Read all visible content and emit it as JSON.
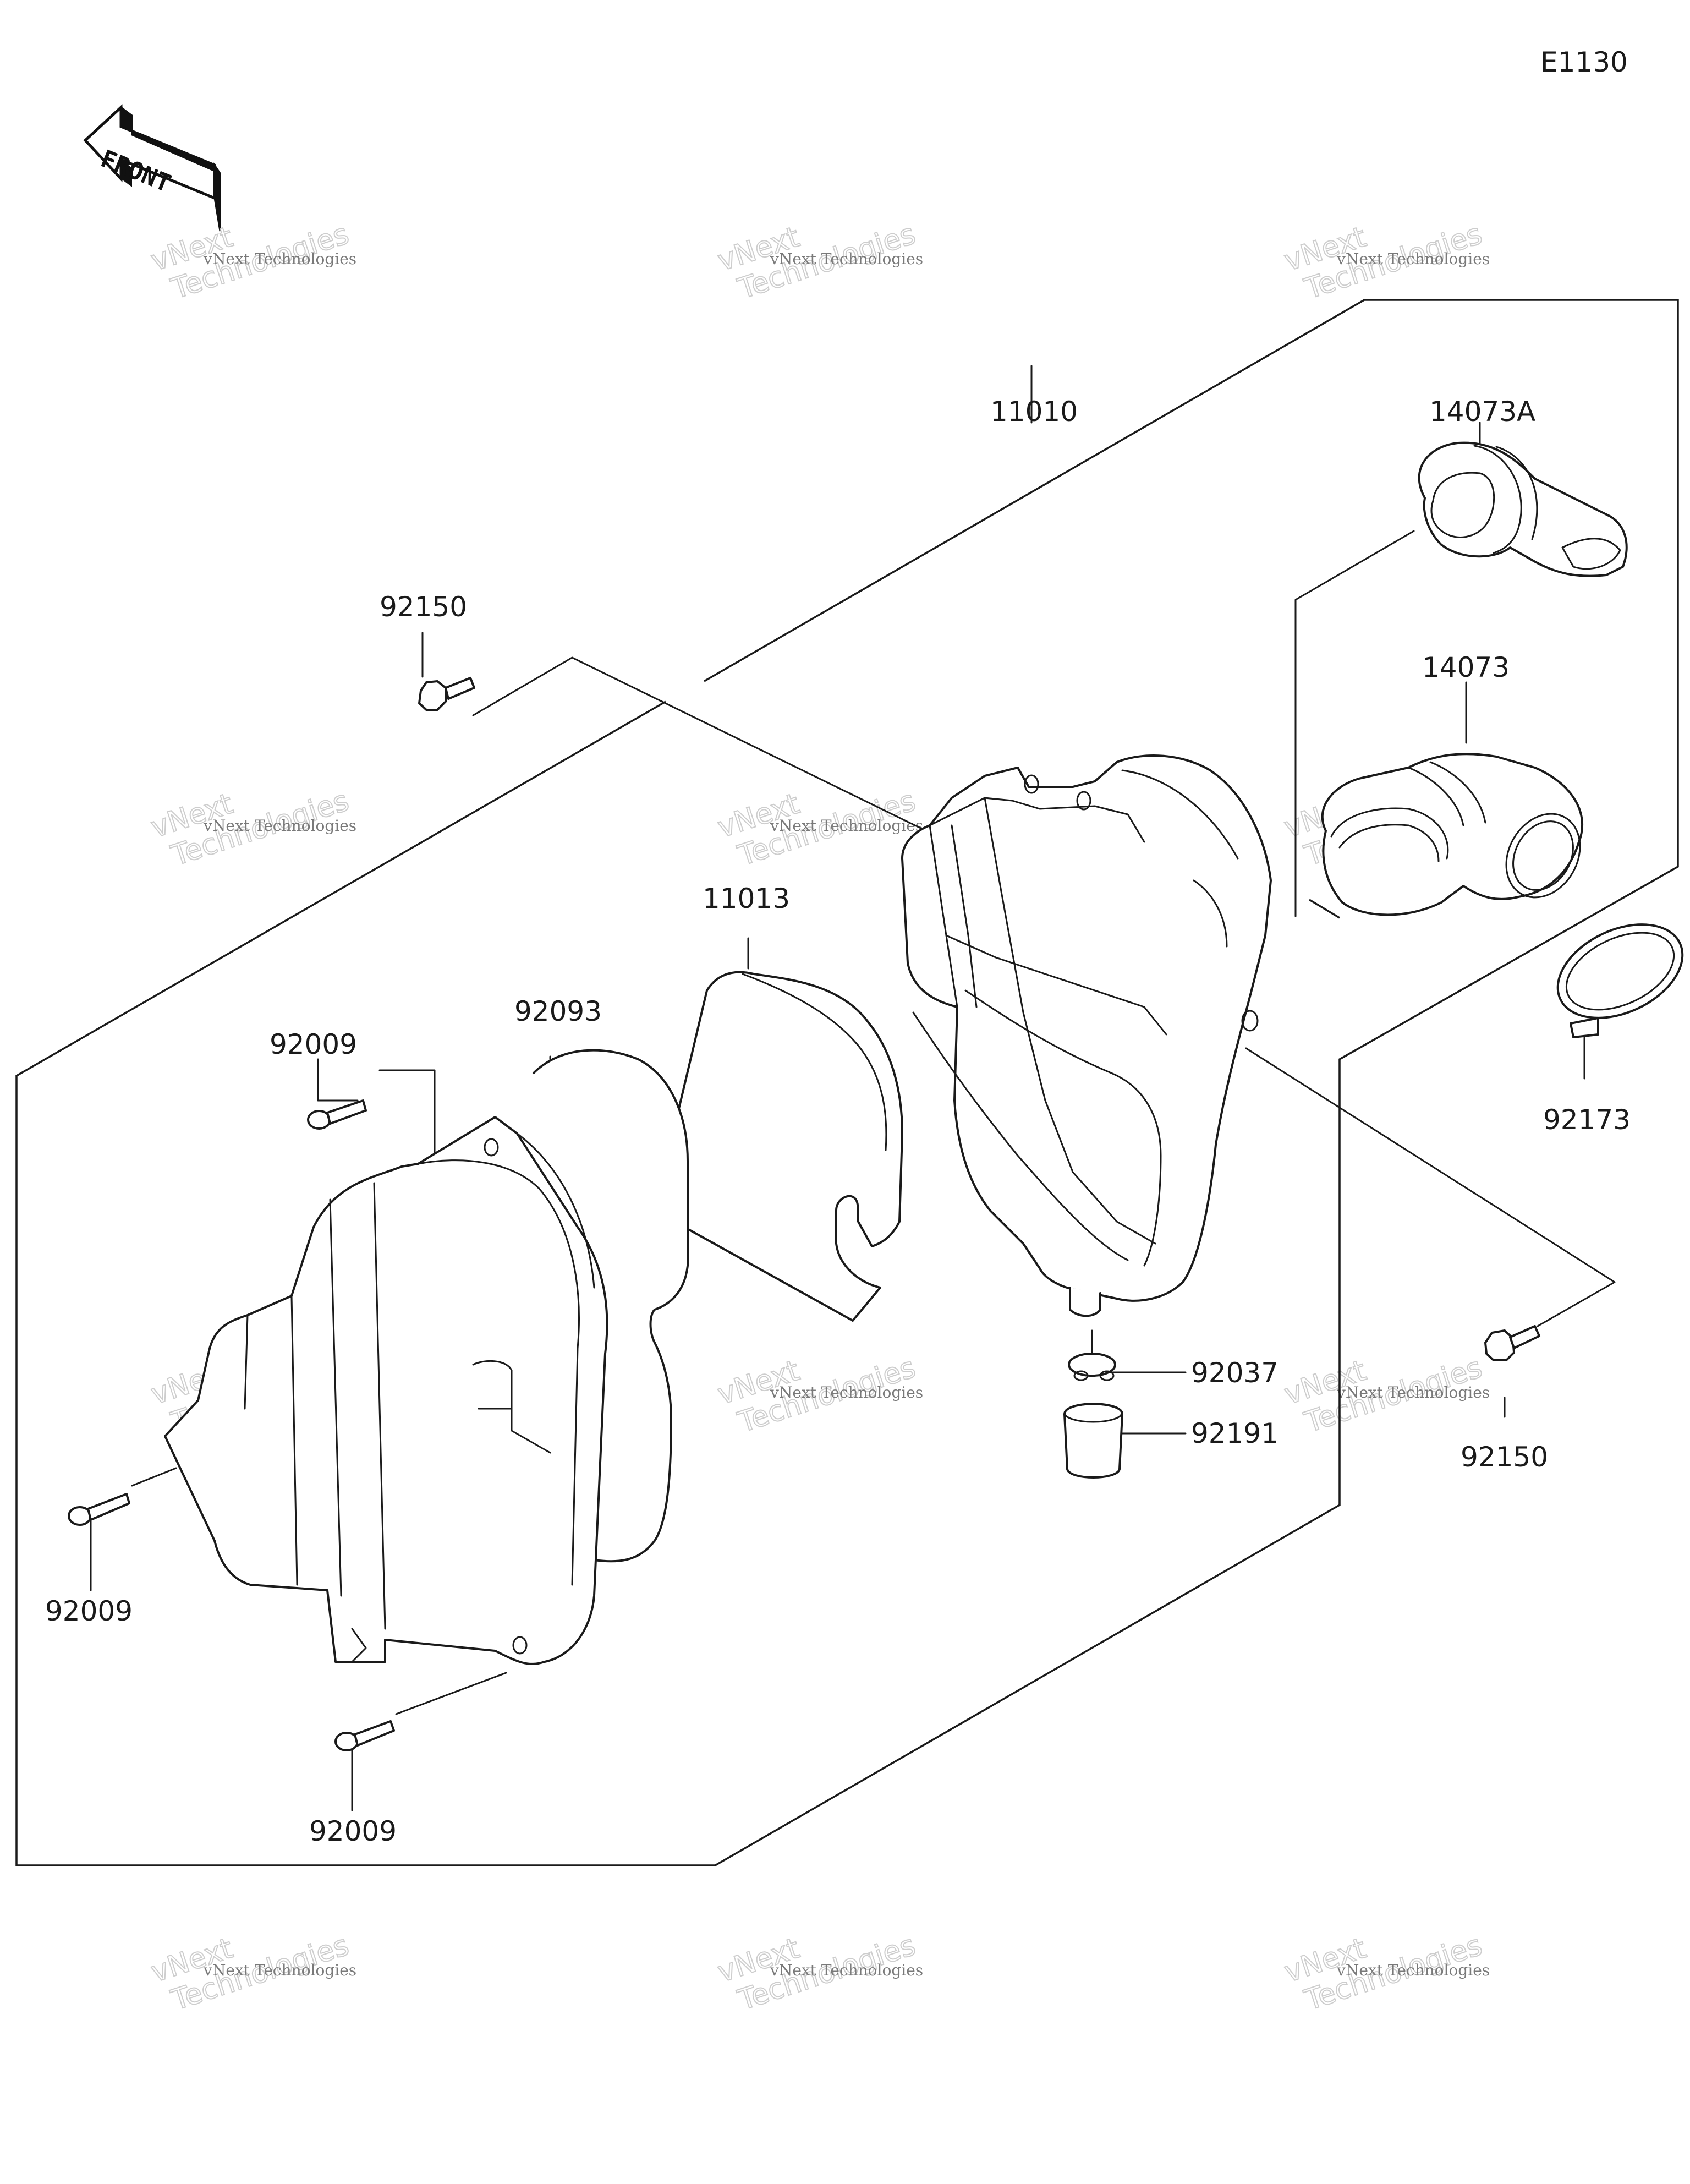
{
  "figure_code": "E1130",
  "orientation_marker": "FRONT",
  "watermark": {
    "line1": "vNext",
    "line2": "Technologies",
    "small": "vNext Technologies"
  },
  "parts": [
    {
      "id": "p11010",
      "number": "11010"
    },
    {
      "id": "p14073A",
      "number": "14073A"
    },
    {
      "id": "p14073",
      "number": "14073"
    },
    {
      "id": "p92173",
      "number": "92173"
    },
    {
      "id": "p11013",
      "number": "11013"
    },
    {
      "id": "p92093",
      "number": "92093"
    },
    {
      "id": "p92037",
      "number": "92037"
    },
    {
      "id": "p92191",
      "number": "92191"
    },
    {
      "id": "p92150a",
      "number": "92150"
    },
    {
      "id": "p92150b",
      "number": "92150"
    },
    {
      "id": "p92009a",
      "number": "92009"
    },
    {
      "id": "p92009b",
      "number": "92009"
    },
    {
      "id": "p92009c",
      "number": "92009"
    }
  ]
}
